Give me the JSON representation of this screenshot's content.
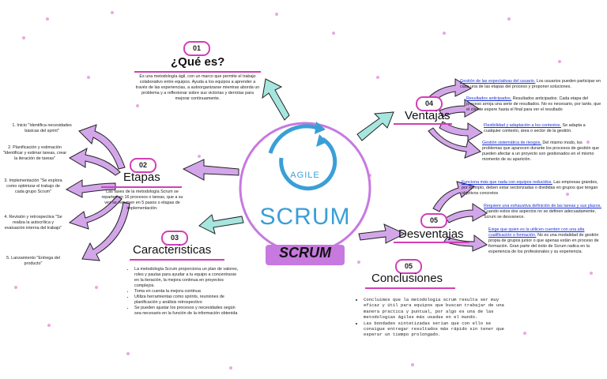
{
  "center": {
    "logo_agile": "AGILE",
    "logo_scrum": "SCRUM",
    "banner": "SCRUM"
  },
  "que_es": {
    "num": "01",
    "title": "¿Qué es?",
    "text": "Es una metodología ágil, con un marco que permite el trabajo colaborativo entre equipos. Ayuda a los equipos a aprender a través de las experiencias, a autoorganizarse mientras aborda un problema y a reflexionar sobre sus victorias y derrotas para mejorar continuamente."
  },
  "etapas": {
    "num": "02",
    "title": "Etapas",
    "text": "Las fases de la metodología Scrum se reparten en 16 procesos o tareas, que a su vez se resumen en 5 pasos o etapas de implementación.",
    "items": [
      "1. Inicio \"Identifica necesidades básicas del sprint\"",
      "2. Planificación y estimación \"Identificar y estimar tareas, crear la iteración de tareas\"",
      "3. Implementación \"Se explora como optimizar el trabajo de cada grupo Scrum\"",
      "4. Revisión y retrospectiva \"Se realiza la autocrítica y evaluación interna del trabajo\"",
      "5. Lanzamiento \"Entrega del producto\""
    ]
  },
  "caracteristicas": {
    "num": "03",
    "title": "Caracteristicas",
    "items": [
      "La metodología Scrum proporciona un plan de valores, roles y pautas para ayudar a tu equipo a concentrarse en la iteración, la mejora continua en proyectos complejos.",
      "Toma en cuenta la mejora continua",
      "Utiliza herramientas como sprints, reuniones de planificación y análisis retrospectivo",
      "Se pueden ajustar los procesos y necesidades según sea necesario en la función de la información obtenida"
    ]
  },
  "ventajas": {
    "num": "04",
    "title": "Ventajas",
    "items": [
      {
        "link": "Gestión de las expectativas del usuario.",
        "text": " Los usuarios pueden participar en cada una de las etapas del proceso y proponer soluciones."
      },
      {
        "link": "Resultados anticipados.",
        "text": " Resultados anticipados. Cada etapa del proceso arroja una serie de resultados. No es necesario, por tanto, que el cliente espere hasta el final para ver el resultado"
      },
      {
        "link": "Flexibilidad y adaptación a los contextos.",
        "text": " Se adapta a cualquier contexto, área o sector de la gestión."
      },
      {
        "link": "Gestión sistemática de riesgos.",
        "text": " Del mismo modo, los problemas que aparecen durante los procesos de gestión que pueden afectar a un proyecto son gestionados en el mismo momento de su aparición."
      }
    ]
  },
  "desventajas": {
    "num": "05",
    "title": "Desventajas",
    "items": [
      {
        "link": "Funciona más que nada con equipos reducidos.",
        "text": " Las empresas grandes, por ejemplo, deben estar sectorizadas o divididas en grupos que tengan objetivos concretos"
      },
      {
        "link": "Requiere una exhaustiva definición de las tareas y sus plazos.",
        "text": " Cuando estos dos aspectos no se definen adecuadamente, Scrum se desvanece."
      },
      {
        "link": "Exige que quien es la utilicen cuenten con una alta cualificación o formación.",
        "text": " No es una modalidad de gestión propia de grupos junior o que apenas están en proceso de formación. Gran parte del éxito de Scrum radica en la experiencia de los profesionales y su experiencia."
      }
    ]
  },
  "conclusiones": {
    "num": "05",
    "title": "Conclusiones",
    "items": [
      "Concluimos que la metodologia scrum resulta ser muy eficaz y útil para equipos que buscan trabajar de una manera practica y puntual, por algo es una de las metodologias ágiles más usadas en el mundo.",
      "Las bondades sintetizadas serían que con ello se consigue entregar resultados más rápido sin tener que esperar un tiempo prolongado."
    ]
  },
  "colors": {
    "accent": "#d23fb6",
    "arrow_purple": "#c79ae0",
    "arrow_teal": "#9fe3dc",
    "logo_blue": "#3a9fd6",
    "banner_bg": "#c779e0"
  }
}
